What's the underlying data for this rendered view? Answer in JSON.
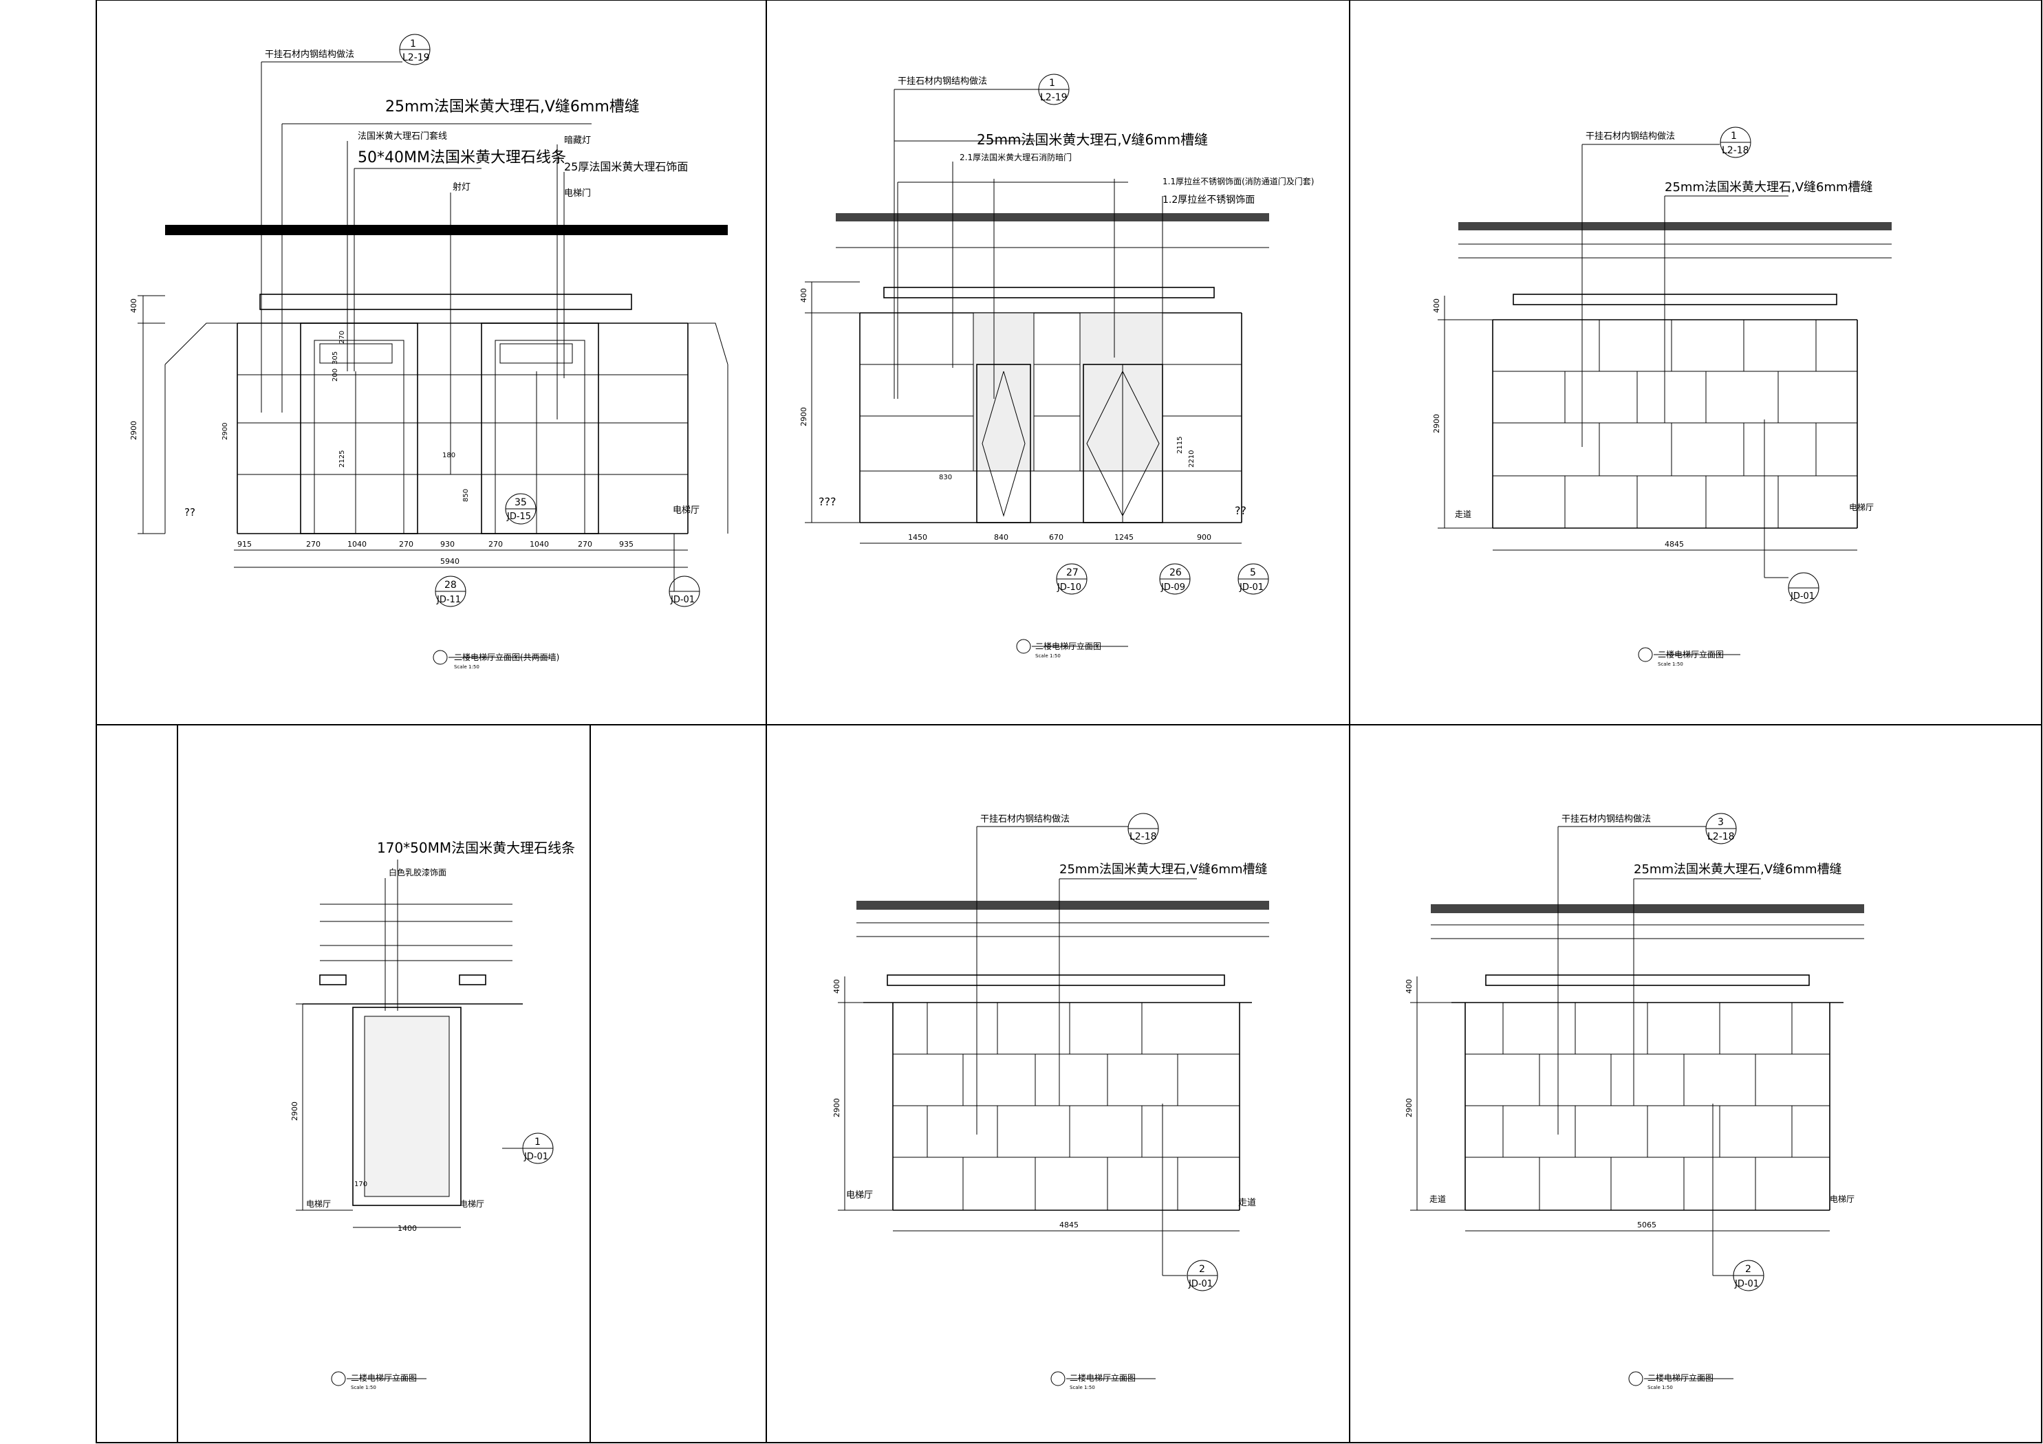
{
  "sheet": {
    "panels": [
      {
        "id": "p1",
        "caption": "二楼电梯厅立面图(共两面墙)",
        "scale": "Scale 1:50",
        "notes": [
          "干挂石材内钢结构做法",
          "25mm法国米黄大理石,V缝6mm槽缝",
          "法国米黄大理石门套线",
          "50*40MM法国米黄大理石线条",
          "射灯",
          "暗藏灯",
          "25厚法国米黄大理石饰面",
          "电梯门"
        ],
        "refs": [
          {
            "num": "1",
            "sheet": "L2-19"
          },
          {
            "num": "35",
            "sheet": "JD-15"
          },
          {
            "num": "28",
            "sheet": "JD-11"
          },
          {
            "num": "",
            "sheet": "JD-01"
          }
        ],
        "dims": [
          "915",
          "270",
          "1040",
          "270",
          "930",
          "270",
          "1040",
          "270",
          "935"
        ],
        "total": "5940",
        "heights": [
          "400",
          "2900"
        ],
        "inner": [
          "270",
          "305",
          "200",
          "2900",
          "2125",
          "180",
          "850"
        ],
        "labels": [
          "电梯厅",
          "??"
        ]
      },
      {
        "id": "p2",
        "caption": "二楼电梯厅立面图",
        "scale": "Scale 1:50",
        "notes": [
          "干挂石材内钢结构做法",
          "25mm法国米黄大理石,V缝6mm槽缝",
          "2.1厚法国米黄大理石消防暗门",
          "1.1厚拉丝不锈钢饰面(消防通道门及门套)",
          "1.2厚拉丝不锈钢饰面"
        ],
        "refs": [
          {
            "num": "1",
            "sheet": "L2-19"
          },
          {
            "num": "27",
            "sheet": "JD-10"
          },
          {
            "num": "26",
            "sheet": "JD-09"
          },
          {
            "num": "5",
            "sheet": "JD-01"
          }
        ],
        "dims": [
          "1450",
          "840",
          "670",
          "1245",
          "900"
        ],
        "heights": [
          "400",
          "2900"
        ],
        "inner": [
          "830",
          "2115",
          "2210"
        ],
        "labels": [
          "???",
          "??"
        ]
      },
      {
        "id": "p3",
        "caption": "二楼电梯厅立面图",
        "scale": "Scale 1:50",
        "notes": [
          "干挂石材内钢结构做法",
          "25mm法国米黄大理石,V缝6mm槽缝"
        ],
        "refs": [
          {
            "num": "1",
            "sheet": "L2-18"
          },
          {
            "num": "",
            "sheet": "JD-01"
          }
        ],
        "total": "4845",
        "heights": [
          "400",
          "2900"
        ],
        "labels": [
          "走道",
          "电梯厅"
        ]
      },
      {
        "id": "p4",
        "caption": "二楼电梯厅立面图",
        "scale": "Scale 1:50",
        "notes": [
          "170*50MM法国米黄大理石线条",
          "白色乳胶漆饰面"
        ],
        "refs": [
          {
            "num": "1",
            "sheet": "JD-01"
          }
        ],
        "total": "1400",
        "heights": [
          "2900"
        ],
        "inner": [
          "170"
        ],
        "labels": [
          "电梯厅",
          "电梯厅"
        ]
      },
      {
        "id": "p5",
        "caption": "二楼电梯厅立面图",
        "scale": "Scale 1:50",
        "notes": [
          "干挂石材内钢结构做法",
          "25mm法国米黄大理石,V缝6mm槽缝"
        ],
        "refs": [
          {
            "num": "",
            "sheet": "L2-18"
          },
          {
            "num": "2",
            "sheet": "JD-01"
          }
        ],
        "total": "4845",
        "heights": [
          "400",
          "2900"
        ],
        "labels": [
          "电梯厅",
          "走道"
        ]
      },
      {
        "id": "p6",
        "caption": "二楼电梯厅立面图",
        "scale": "Scale 1:50",
        "notes": [
          "干挂石材内钢结构做法",
          "25mm法国米黄大理石,V缝6mm槽缝"
        ],
        "refs": [
          {
            "num": "3",
            "sheet": "L2-18"
          },
          {
            "num": "2",
            "sheet": "JD-01"
          }
        ],
        "total": "5065",
        "heights": [
          "400",
          "2900"
        ],
        "labels": [
          "走道",
          "电梯厅"
        ]
      }
    ]
  }
}
